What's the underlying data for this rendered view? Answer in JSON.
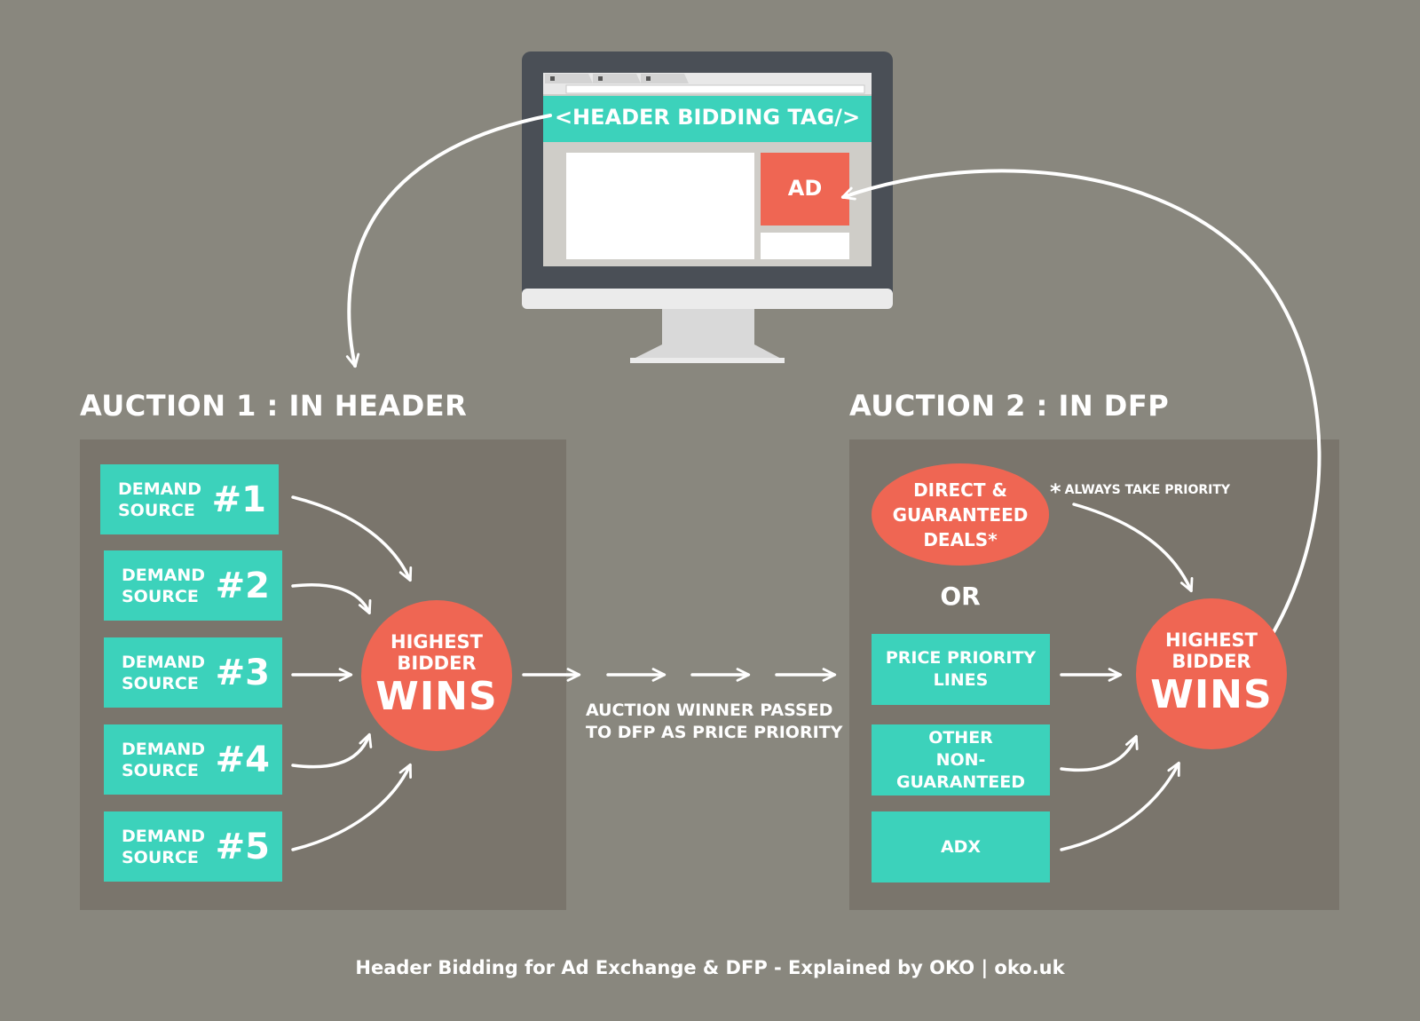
{
  "monitor": {
    "header_tag": "<HEADER BIDDING TAG/>",
    "ad_label": "AD"
  },
  "auction1": {
    "heading": "AUCTION 1 : IN HEADER",
    "sources": [
      {
        "label_line1": "DEMAND",
        "label_line2": "SOURCE",
        "number": "#1"
      },
      {
        "label_line1": "DEMAND",
        "label_line2": "SOURCE",
        "number": "#2"
      },
      {
        "label_line1": "DEMAND",
        "label_line2": "SOURCE",
        "number": "#3"
      },
      {
        "label_line1": "DEMAND",
        "label_line2": "SOURCE",
        "number": "#4"
      },
      {
        "label_line1": "DEMAND",
        "label_line2": "SOURCE",
        "number": "#5"
      }
    ],
    "winner": {
      "line1": "HIGHEST",
      "line2": "BIDDER",
      "big": "WINS"
    }
  },
  "passage": {
    "line1": "AUCTION WINNER PASSED",
    "line2": "TO DFP AS PRICE PRIORITY"
  },
  "auction2": {
    "heading": "AUCTION 2 : IN DFP",
    "direct_deals": {
      "line1": "DIRECT &",
      "line2": "GUARANTEED",
      "line3": "DEALS*"
    },
    "priority_note_star": "*",
    "priority_note": "ALWAYS TAKE PRIORITY",
    "or_label": "OR",
    "price_priority": {
      "line1": "PRICE PRIORITY",
      "line2": "LINES"
    },
    "other": {
      "line1": "OTHER",
      "line2": "NON-GUARANTEED"
    },
    "adx": "ADX",
    "winner": {
      "line1": "HIGHEST",
      "line2": "BIDDER",
      "big": "WINS"
    }
  },
  "footer": "Header Bidding for Ad Exchange & DFP - Explained by OKO | oko.uk",
  "colors": {
    "background": "#89877e",
    "panel": "#7a756c",
    "teal": "#3cd2bb",
    "coral": "#ef6653",
    "monitor_frame": "#4a4f56"
  },
  "icons": [
    "monitor-icon",
    "arrow-icon",
    "asterisk-icon"
  ]
}
